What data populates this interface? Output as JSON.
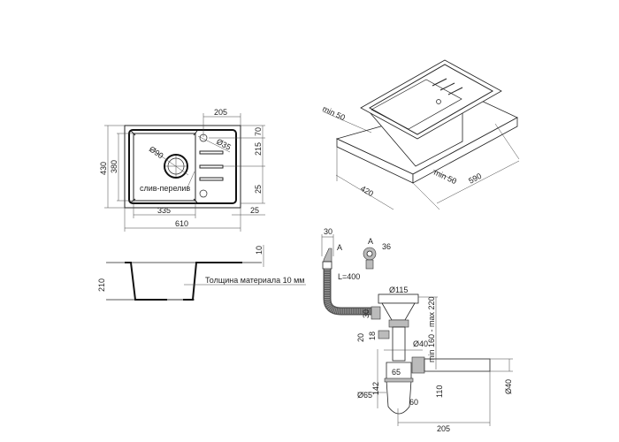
{
  "top_view": {
    "width_total": "610",
    "height_total": "430",
    "bowl_height": "380",
    "bowl_width": "335",
    "drainer_width": "205",
    "dim_70": "70",
    "dim_215": "215",
    "dim_25_right": "25",
    "dim_25_bottom": "25",
    "drain_diameter": "Ø90",
    "overflow_diameter": "Ø35",
    "overflow_label": "слив-перелив"
  },
  "section_view": {
    "depth": "210",
    "rim": "10",
    "thickness_note": "Толщина материала 10 мм"
  },
  "iso_view": {
    "cutout_depth": "420",
    "cutout_width": "590",
    "margin_left": "min 50",
    "margin_front": "min 50"
  },
  "siphon": {
    "overflow_width": "30",
    "view_marker": "A",
    "detail_marker": "A",
    "detail_diameter": "36",
    "hose_length": "L=400",
    "strainer_diameter": "Ø115",
    "inlet_height": "30",
    "height_range": "min 160 - max 220",
    "side_outlet_height": "20",
    "side_outlet_diameter": "18",
    "pipe_diameter": "Ø40",
    "trap_width": "65",
    "trap_height": "142",
    "trap_diameter": "Ø65",
    "bottom_dim": "60",
    "outlet_height": "110",
    "outlet_diameter": "Ø40",
    "outlet_length": "205"
  }
}
